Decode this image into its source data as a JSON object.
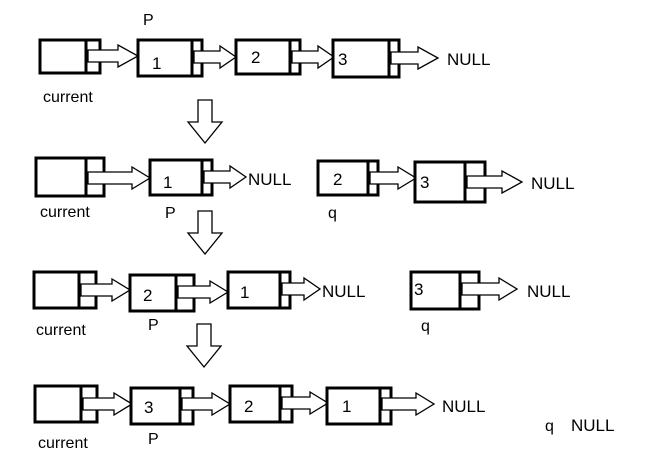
{
  "labels": {
    "p": "P",
    "q": "q",
    "current": "current",
    "null": "NULL"
  },
  "rows": [
    {
      "values": [
        "1",
        "2",
        "3"
      ]
    },
    {
      "values": [
        "1",
        "2",
        "3"
      ]
    },
    {
      "values": [
        "2",
        "1",
        "3"
      ]
    },
    {
      "values": [
        "3",
        "2",
        "1"
      ]
    }
  ],
  "colors": {
    "ink": "#000000",
    "background": "#ffffff"
  }
}
